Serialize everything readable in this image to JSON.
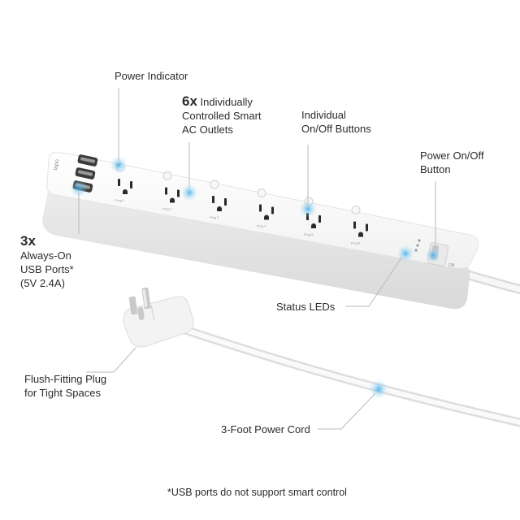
{
  "callouts": {
    "power_indicator": "Power Indicator",
    "outlets_count": "6x",
    "outlets_line1": "Individually",
    "outlets_line2": "Controlled Smart",
    "outlets_line3": "AC Outlets",
    "buttons_line1": "Individual",
    "buttons_line2": "On/Off Buttons",
    "power_switch_line1": "Power On/Off",
    "power_switch_line2": "Button",
    "usb_count": "3x",
    "usb_line1": "Always-On",
    "usb_line2": "USB Ports*",
    "usb_line3": "(5V 2.4A)",
    "status_leds": "Status LEDs",
    "plug_line1": "Flush-Fitting Plug",
    "plug_line2": "for Tight Spaces",
    "cord": "3-Foot Power Cord"
  },
  "footnote": "*USB ports do not support smart control",
  "device": {
    "brand_mark": "tapo",
    "outlet_labels": [
      "Plug 1",
      "Plug 2",
      "Plug 3",
      "Plug 4",
      "Plug 5",
      "Plug 6"
    ],
    "switch_label": "ON"
  },
  "colors": {
    "highlight": "#3aa8e6",
    "leader_line": "#b9b9b9",
    "body": "#f4f4f4",
    "outlet_slot": "#2a2a2a"
  }
}
